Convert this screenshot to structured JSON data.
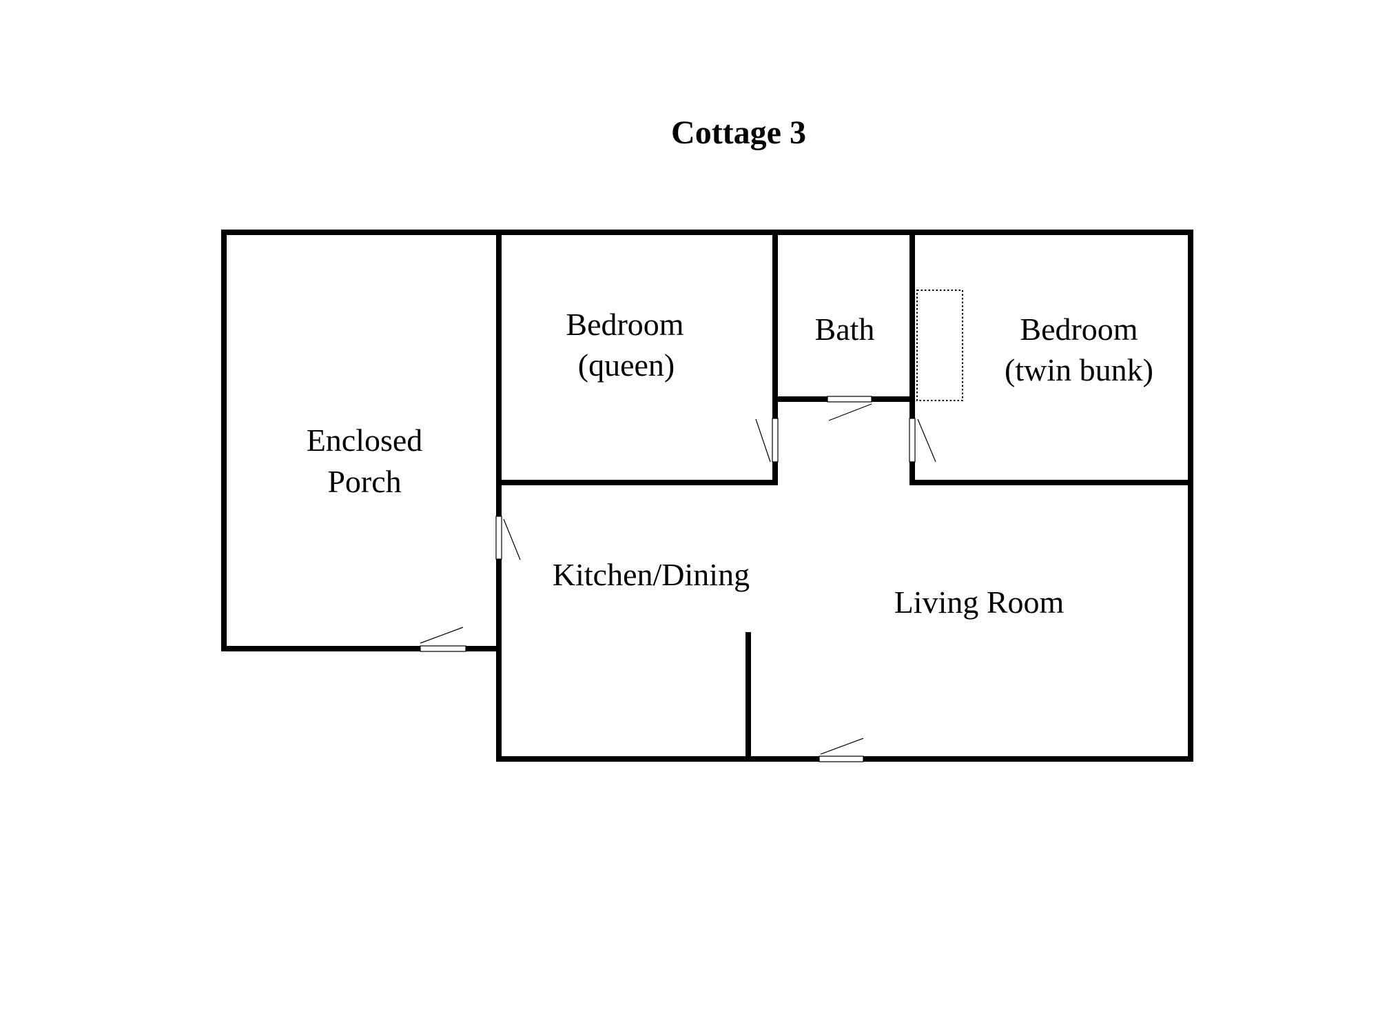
{
  "title": "Cottage 3",
  "rooms": {
    "enclosed_porch": {
      "line1": "Enclosed",
      "line2": "Porch"
    },
    "bedroom_queen": {
      "line1": "Bedroom",
      "line2": "(queen)"
    },
    "bath": {
      "line1": "Bath"
    },
    "bedroom_twin": {
      "line1": "Bedroom",
      "line2": "(twin bunk)"
    },
    "kitchen_dining": {
      "line1": "Kitchen/Dining"
    },
    "living_room": {
      "line1": "Living Room"
    }
  }
}
